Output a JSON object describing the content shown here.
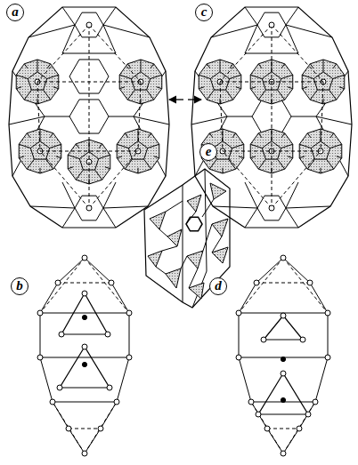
{
  "diagram": {
    "labels": [
      "a",
      "c",
      "e",
      "b",
      "d"
    ]
  }
}
